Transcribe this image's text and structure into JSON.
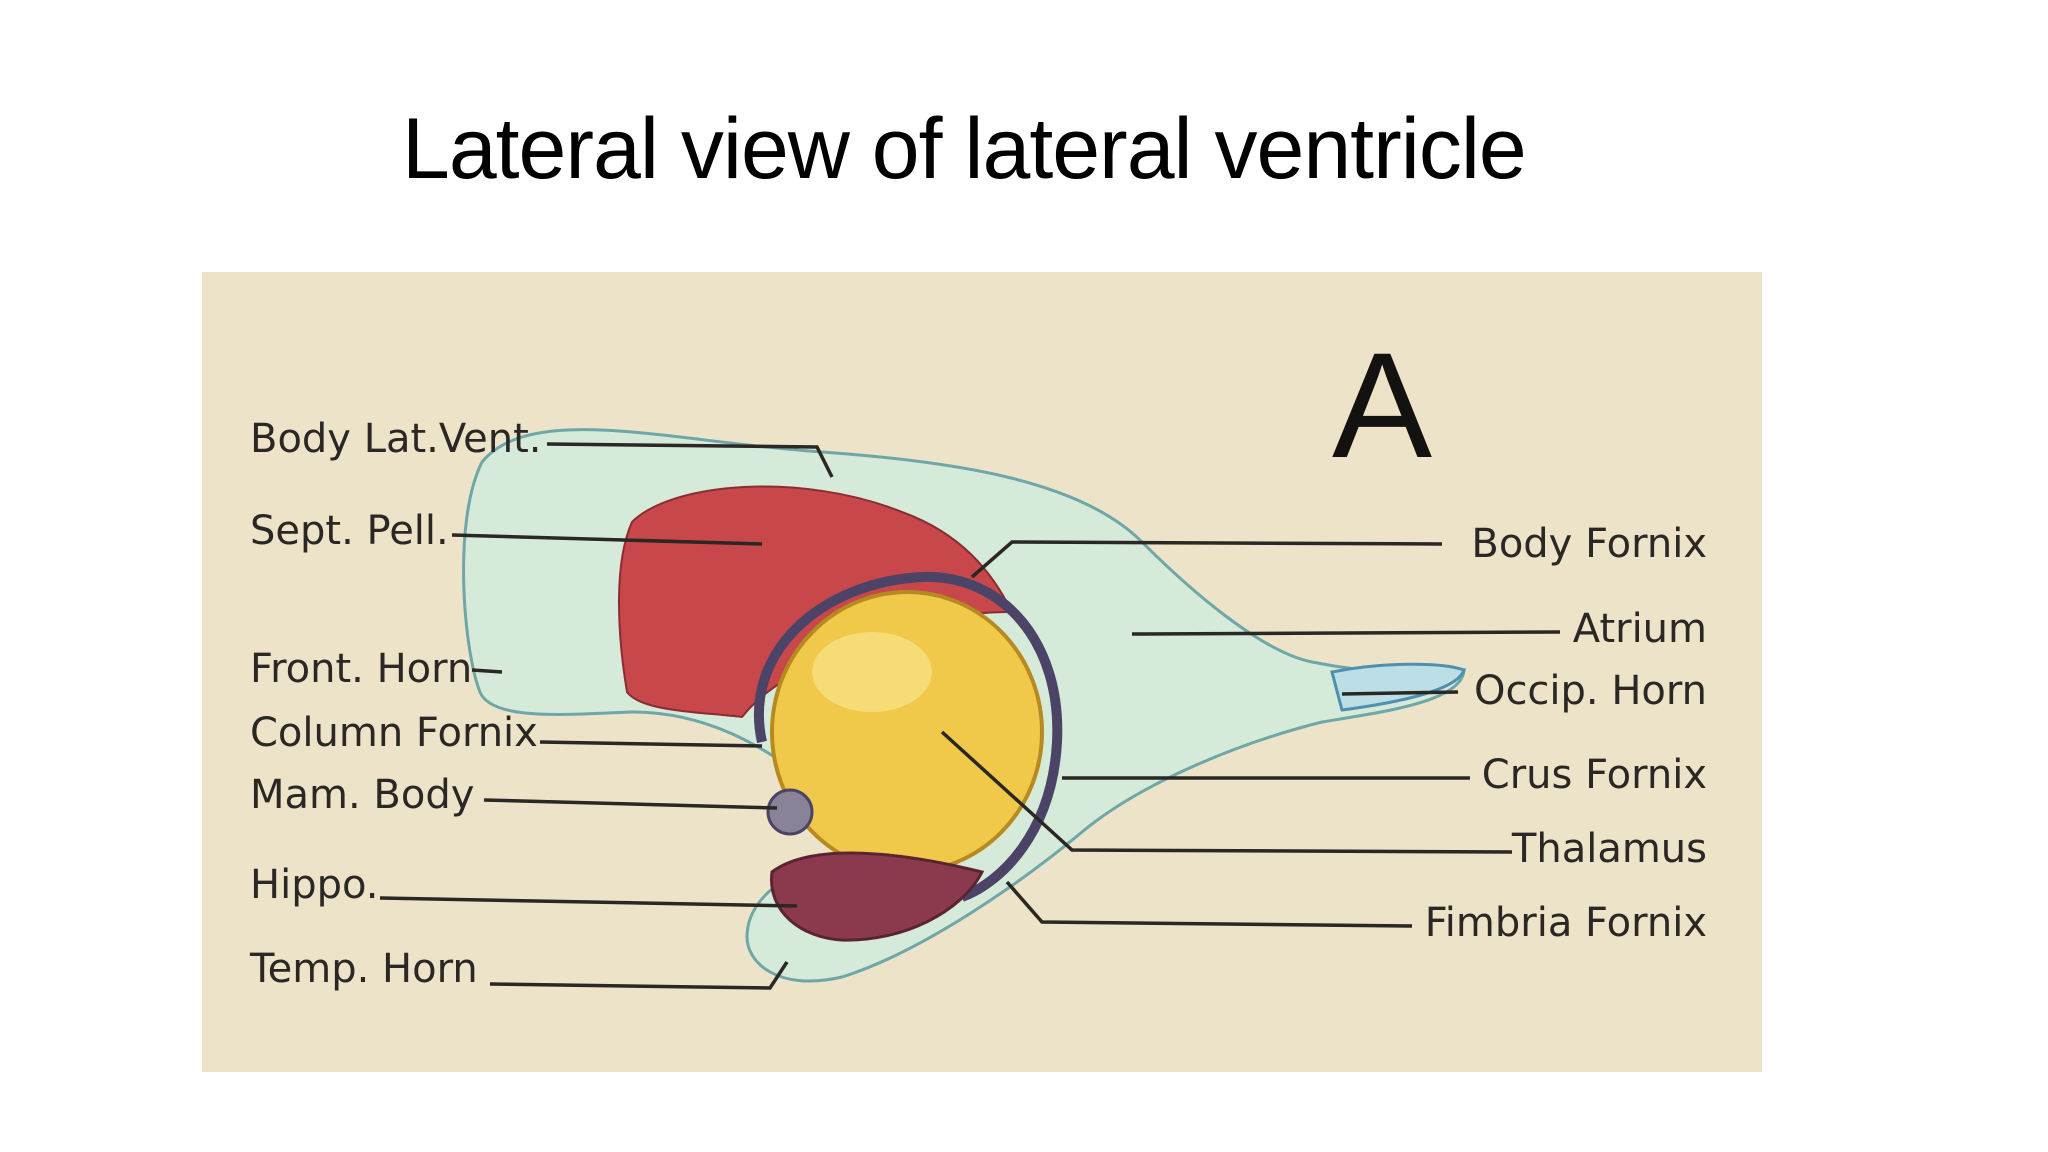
{
  "slide": {
    "title": "Lateral view of lateral ventricle"
  },
  "figure": {
    "panel_letter": "A",
    "colors": {
      "background": "#ece3c8",
      "ventricle": "#d6ead9",
      "septum": "#c8474b",
      "thalamus": "#f0c84a",
      "hippocampus": "#8a3a4c",
      "fornix": "#6b6080"
    },
    "labels_left": [
      {
        "id": "body-lat-vent",
        "text": "Body Lat.Vent."
      },
      {
        "id": "sept-pell",
        "text": "Sept. Pell."
      },
      {
        "id": "front-horn",
        "text": "Front. Horn"
      },
      {
        "id": "column-fornix",
        "text": "Column Fornix"
      },
      {
        "id": "mam-body",
        "text": "Mam. Body"
      },
      {
        "id": "hippo",
        "text": "Hippo."
      },
      {
        "id": "temp-horn",
        "text": "Temp. Horn"
      }
    ],
    "labels_right": [
      {
        "id": "body-fornix",
        "text": "Body Fornix"
      },
      {
        "id": "atrium",
        "text": "Atrium"
      },
      {
        "id": "occip-horn",
        "text": "Occip. Horn"
      },
      {
        "id": "crus-fornix",
        "text": "Crus Fornix"
      },
      {
        "id": "thalamus",
        "text": "Thalamus"
      },
      {
        "id": "fimbria-fornix",
        "text": "Fimbria Fornix"
      }
    ]
  }
}
